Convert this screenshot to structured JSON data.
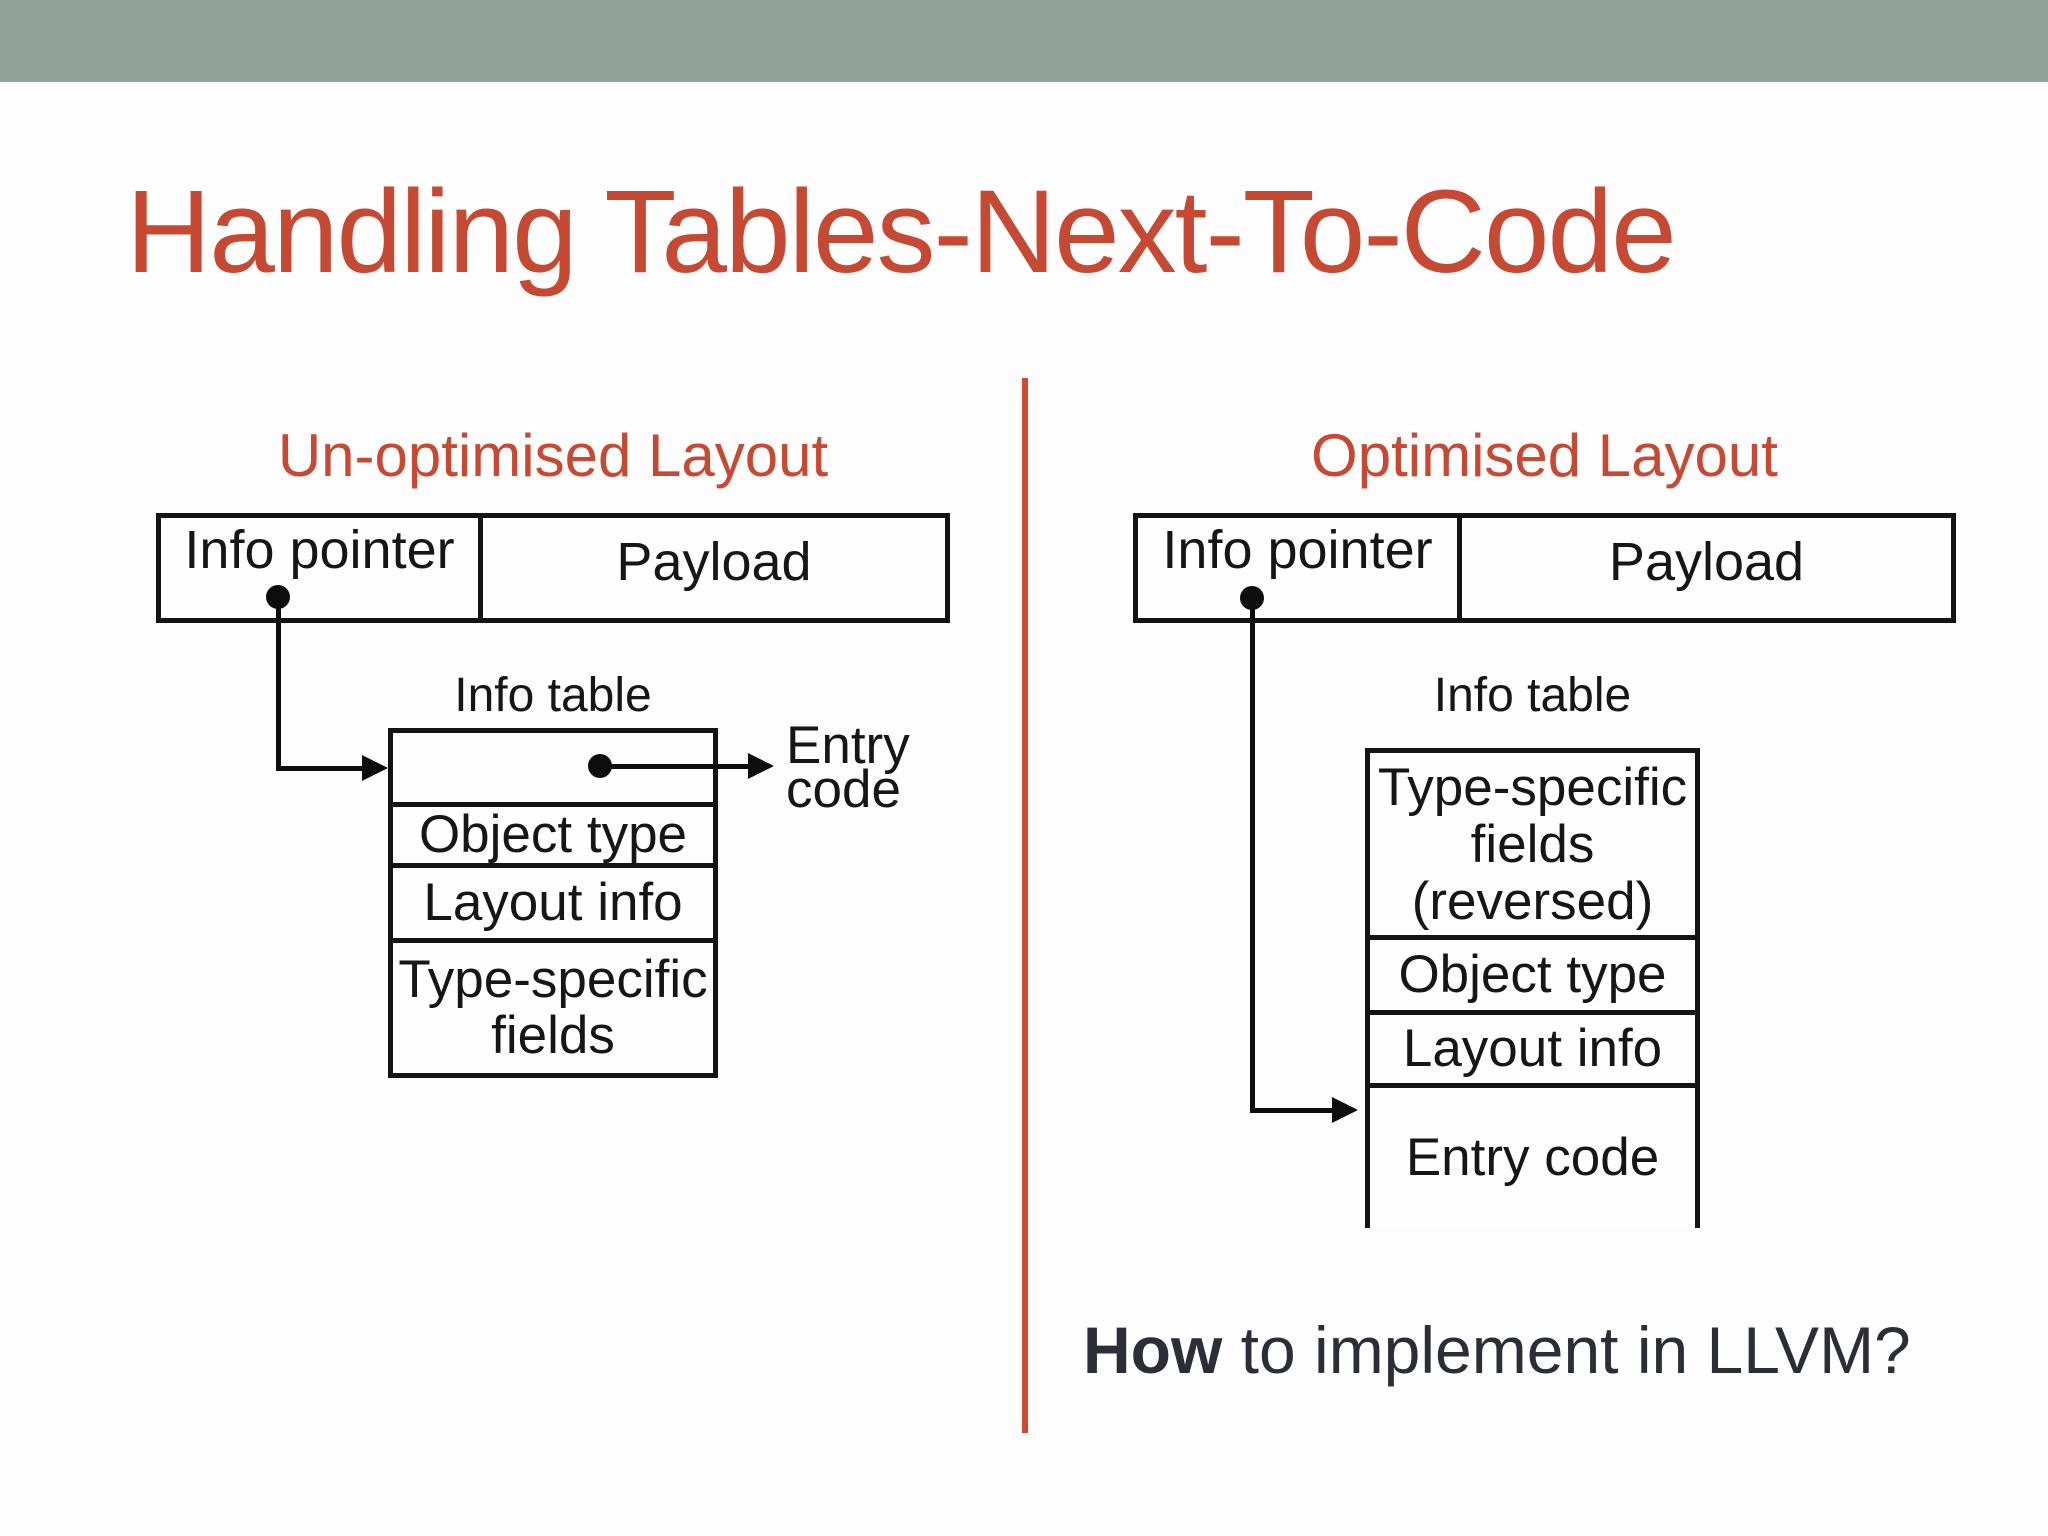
{
  "slide": {
    "title": "Handling Tables-Next-To-Code",
    "question": {
      "bold_word": "How",
      "rest": " to implement in LLVM?"
    }
  },
  "colors": {
    "top_band": "#93a29b",
    "accent_red": "#c64933",
    "divider_red": "#ce4a31",
    "diagram_ink": "#141414",
    "question_ink": "#2b2e37"
  },
  "left_diagram": {
    "heading": "Un-optimised Layout",
    "object_box": {
      "cell_info_pointer": "Info pointer",
      "cell_payload": "Payload"
    },
    "info_table_label": "Info table",
    "rows": {
      "row1": "",
      "row2": "Object type",
      "row3": "Layout info",
      "row4": "Type-specific\nfields"
    },
    "entry_code_label": "Entry\ncode"
  },
  "right_diagram": {
    "heading": "Optimised Layout",
    "object_box": {
      "cell_info_pointer": "Info pointer",
      "cell_payload": "Payload"
    },
    "info_table_label": "Info table",
    "rows": {
      "row1": "Type-specific\nfields\n(reversed)",
      "row2": "Object type",
      "row3": "Layout info",
      "row4": "Entry code"
    }
  }
}
